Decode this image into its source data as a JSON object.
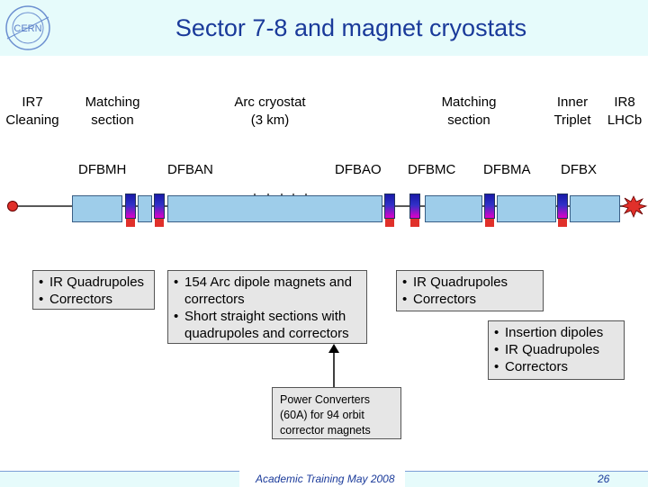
{
  "header": {
    "logo_text": "CERN",
    "title": "Sector 7-8 and magnet cryostats"
  },
  "labels": {
    "ir7": "IR7\nCleaning",
    "matching_left": "Matching\nsection",
    "arc": "Arc cryostat\n(3 km)",
    "matching_right": "Matching\nsection",
    "inner_triplet": "Inner\nTriplet",
    "ir8": "IR8\nLHCb"
  },
  "dfb": {
    "dfbmh": "DFBMH",
    "dfban": "DFBAN",
    "dfbao": "DFBAO",
    "dfbmc": "DFBMC",
    "dfbma": "DFBMA",
    "dfbx": "DFBX"
  },
  "boxes": {
    "left_items": [
      "IR Quadrupoles",
      "Correctors"
    ],
    "arc_items": [
      "154 Arc dipole magnets and correctors",
      "Short straight sections with quadrupoles and correctors"
    ],
    "right_items": [
      "IR Quadrupoles",
      "Correctors"
    ],
    "insertion_items": [
      "Insertion dipoles",
      "IR Quadrupoles",
      "Correctors"
    ],
    "power_converters": "Power Converters (60A) for 94 orbit corrector magnets"
  },
  "footer": {
    "event": "Academic Training May 2008",
    "page": "26"
  },
  "colors": {
    "title": "#1a3a9a",
    "header_bg": "#e6fbfb",
    "cryostat": "#9ecdea",
    "box_bg": "#e6e6e6",
    "marker": "#e0302a"
  }
}
